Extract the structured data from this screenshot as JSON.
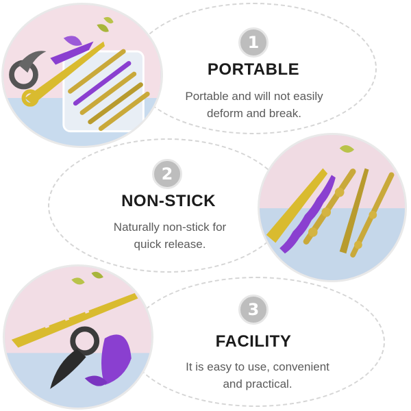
{
  "features": [
    {
      "number": "1",
      "title": "PORTABLE",
      "desc_line1": "Portable and will not easily",
      "desc_line2": "deform and break.",
      "icon": "hand-carry-icon"
    },
    {
      "number": "2",
      "title": "NON-STICK",
      "desc_line1": "Naturally non-stick for",
      "desc_line2": "quick release.",
      "icon": "release-icon"
    },
    {
      "number": "3",
      "title": "FACILITY",
      "desc_line1": "It is easy to use, convenient",
      "desc_line2": "and practical.",
      "icon": "thumbs-up-icon"
    }
  ],
  "colors": {
    "badge": "#bdbdbd",
    "title": "#1b1b1b",
    "text": "#5a5a5a",
    "dash": "#d5d5d5",
    "gold": "#c9a93a",
    "purple": "#8a3fd0"
  }
}
